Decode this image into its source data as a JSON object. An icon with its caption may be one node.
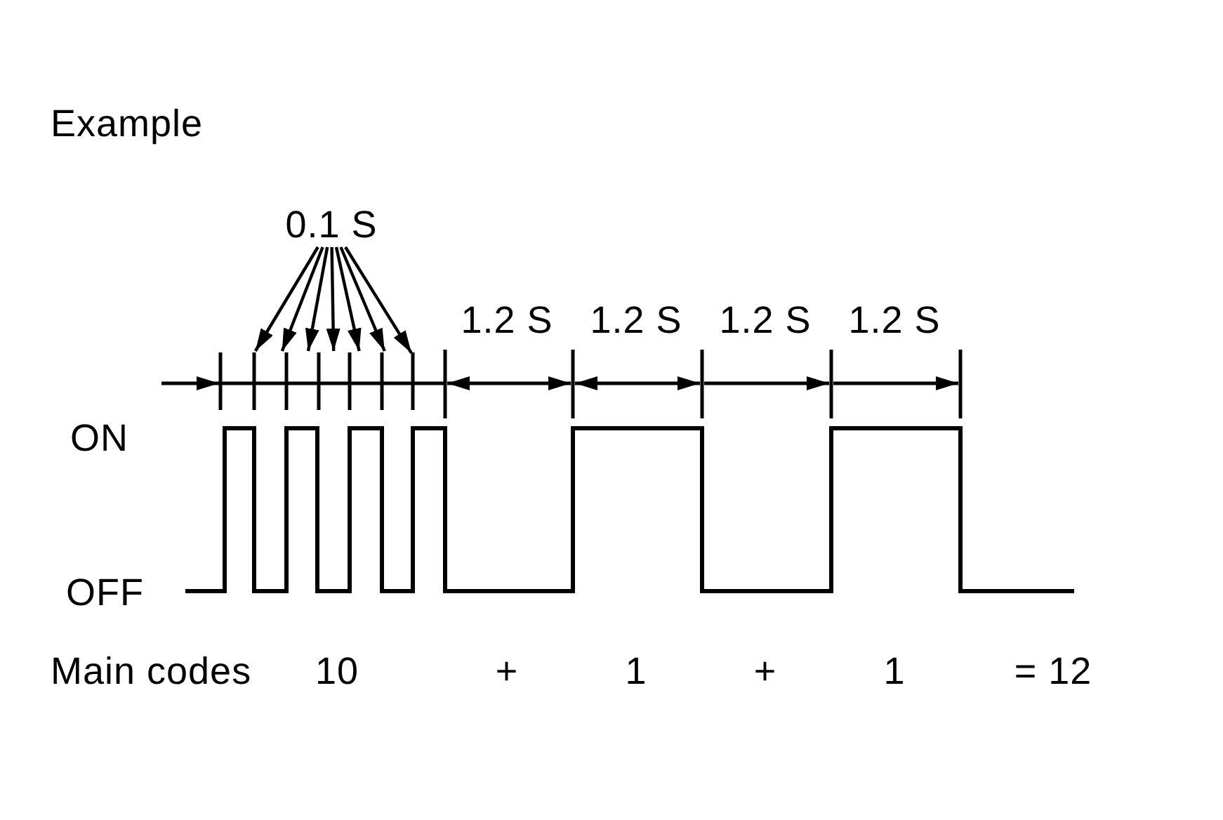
{
  "diagram": {
    "title": "Example",
    "nodes": [
      {
        "text": [
          "0.1 S"
        ]
      },
      {
        "text": [],
        "shape": "line"
      },
      {
        "text": [],
        "shape": "line"
      },
      {
        "text": [],
        "shape": "line"
      },
      {
        "text": [],
        "shape": "line"
      },
      {
        "text": [],
        "shape": "line"
      },
      {
        "text": [],
        "shape": "line"
      },
      {
        "text": [],
        "shape": "line"
      }
    ],
    "edges": [
      {
        "from": 0,
        "to": 1,
        "arrow": "to"
      },
      {
        "from": 0,
        "to": 2,
        "arrow": "to"
      },
      {
        "from": 0,
        "to": 3,
        "arrow": "to"
      },
      {
        "from": 0,
        "to": 4,
        "arrow": "to"
      },
      {
        "from": 0,
        "to": 5,
        "arrow": "to"
      },
      {
        "from": 0,
        "to": 6,
        "arrow": "to"
      },
      {
        "from": 0,
        "to": 7,
        "arrow": "to"
      }
    ],
    "labels": [
      "1.2 S",
      "1.2 S",
      "1.2 S",
      "1.2 S",
      "ON",
      "OFF",
      "Main codes",
      "10",
      "+",
      "1",
      "+",
      "1",
      "= 12"
    ]
  }
}
